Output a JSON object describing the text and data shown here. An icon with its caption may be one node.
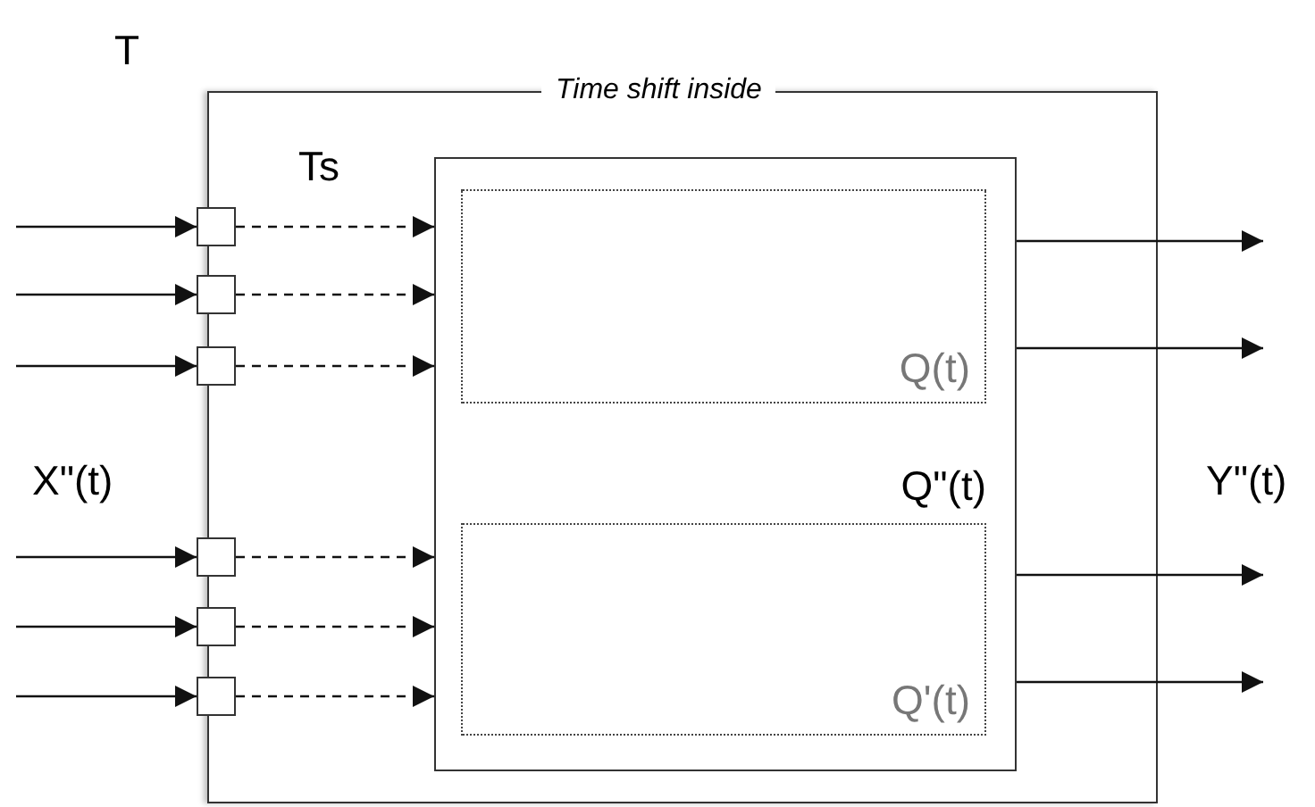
{
  "diagram": {
    "nodes": [
      {
        "text": [
          "T",
          "Time shift inside"
        ]
      },
      {
        "text": [
          "Q\"(t)"
        ],
        "in": 0
      },
      {
        "text": [
          "Q(t)"
        ],
        "in": 1
      },
      {
        "text": [
          "Q'(t)"
        ],
        "in": 1
      },
      {
        "text": [],
        "shape": "box"
      },
      {
        "text": [],
        "shape": "box"
      },
      {
        "text": [],
        "shape": "box"
      },
      {
        "text": [],
        "shape": "box"
      },
      {
        "text": [],
        "shape": "box"
      },
      {
        "text": [],
        "shape": "box"
      }
    ],
    "edges": [
      {
        "from": null,
        "to": 4,
        "arrow": "to"
      },
      {
        "from": null,
        "to": 5,
        "arrow": "to"
      },
      {
        "from": null,
        "to": 6,
        "arrow": "to"
      },
      {
        "from": null,
        "to": 7,
        "arrow": "to"
      },
      {
        "from": null,
        "to": 8,
        "arrow": "to"
      },
      {
        "from": null,
        "to": 9,
        "arrow": "to"
      },
      {
        "from": 4,
        "to": 1,
        "arrow": "to",
        "style": "dashed"
      },
      {
        "from": 5,
        "to": 1,
        "arrow": "to",
        "style": "dashed"
      },
      {
        "from": 6,
        "to": 1,
        "arrow": "to",
        "style": "dashed"
      },
      {
        "from": 7,
        "to": 1,
        "arrow": "to",
        "style": "dashed"
      },
      {
        "from": 8,
        "to": 1,
        "arrow": "to",
        "style": "dashed"
      },
      {
        "from": 9,
        "to": 1,
        "arrow": "to",
        "style": "dashed"
      },
      {
        "from": 1,
        "to": null,
        "arrow": "to"
      },
      {
        "from": 1,
        "to": null,
        "arrow": "to"
      },
      {
        "from": 1,
        "to": null,
        "arrow": "to"
      },
      {
        "from": 1,
        "to": null,
        "arrow": "to"
      }
    ],
    "labels": [
      "Ts",
      "X\"(t)",
      "Y\"(t)"
    ]
  }
}
